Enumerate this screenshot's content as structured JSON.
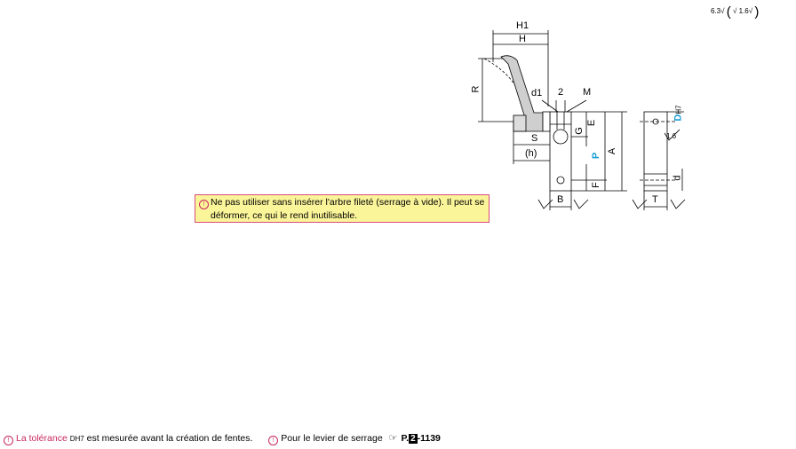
{
  "roughness": {
    "main": "6.3",
    "secondary": "1.6"
  },
  "drawing_labels": {
    "H1": "H1",
    "H": "H",
    "R": "R",
    "d1": "d1",
    "two": "2",
    "M": "M",
    "E": "E",
    "G": "G",
    "S": "S",
    "h": "(h)",
    "P": "P",
    "A": "A",
    "F": "F",
    "B": "B",
    "T": "T",
    "D": "D",
    "H7": "H7",
    "d": "d",
    "side_roughness": "1.6"
  },
  "notice": {
    "line1": "Ne pas utiliser sans insérer l'arbre fileté (serrage à vide). Il peut se",
    "line2": "déformer, ce qui le rend inutilisable."
  },
  "footer": {
    "tol_prefix": "La tolérance",
    "tol_code": "DH7",
    "tol_suffix": "est mesurée avant la création de fentes.",
    "lever_text": "Pour le levier de serrage",
    "page_prefix": "P.",
    "page_num": "2",
    "page_suffix": "-1139"
  },
  "colors": {
    "accent_blue": "#1a9fd8",
    "warning_pink": "#c8285f",
    "notice_bg": "#fbf59a"
  }
}
